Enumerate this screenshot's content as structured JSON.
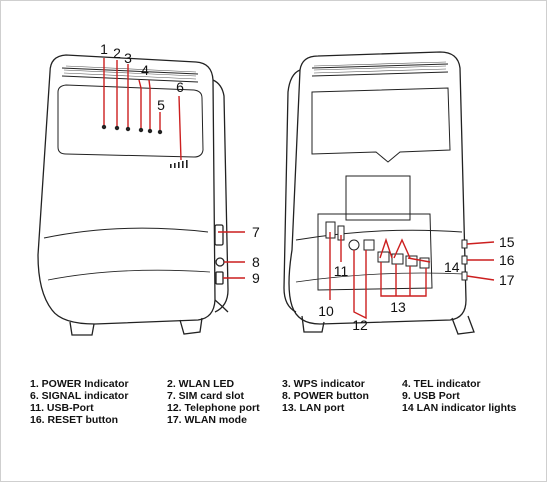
{
  "callouts": [
    "1",
    "2",
    "3",
    "4",
    "5",
    "6",
    "7",
    "8",
    "9",
    "10",
    "11",
    "12",
    "13",
    "14",
    "15",
    "16",
    "17"
  ],
  "legend": [
    [
      "1. POWER Indicator",
      "2. WLAN LED",
      "3. WPS indicator",
      "4. TEL indicator"
    ],
    [
      "6. SIGNAL indicator",
      "7. SIM card slot",
      "8. POWER button",
      "9. USB Port"
    ],
    [
      "11. USB-Port",
      "12. Telephone port",
      "13. LAN port",
      "14 LAN indicator lights"
    ],
    [
      "16. RESET button",
      "17. WLAN mode",
      "",
      ""
    ]
  ],
  "colors": {
    "callout_line": "#cc1f1f",
    "outline": "#222222"
  }
}
